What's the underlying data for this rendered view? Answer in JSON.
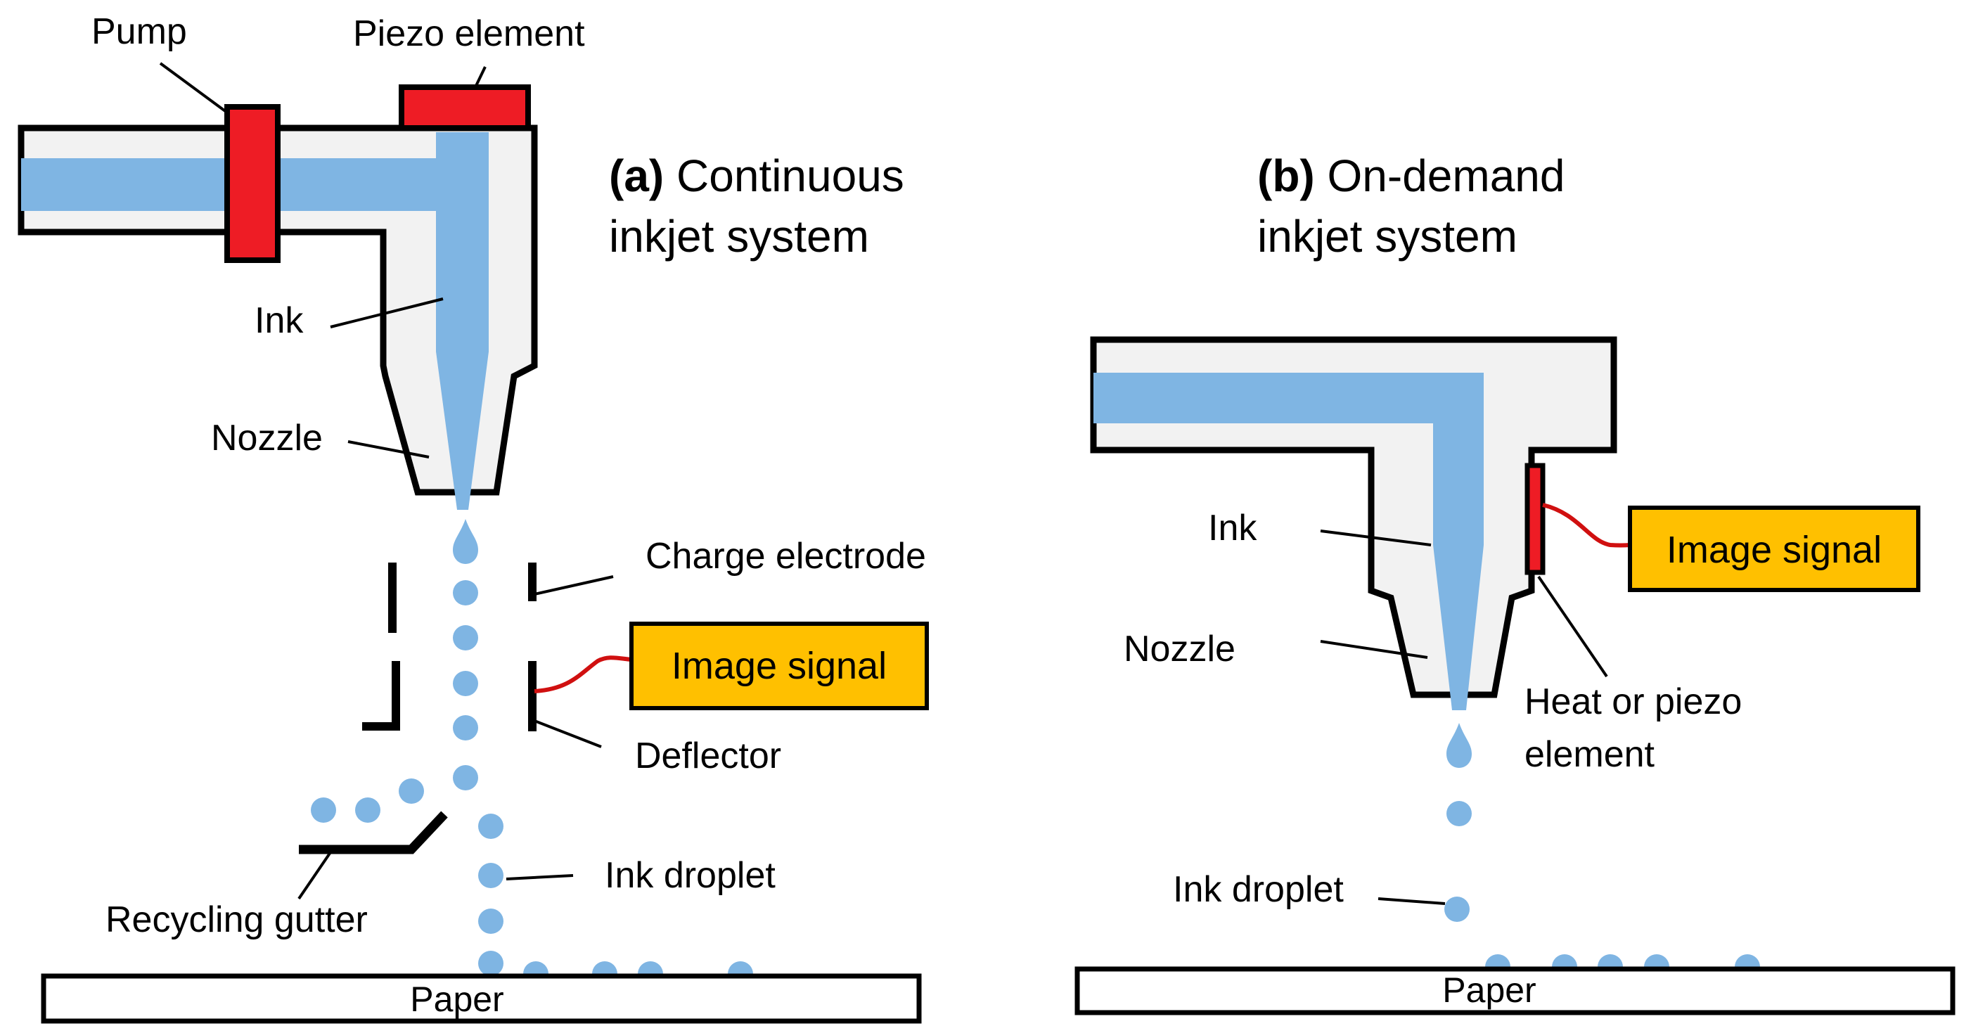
{
  "panel_a": {
    "title_letter": "(a)",
    "title_line1": "Continuous",
    "title_line2": "inkjet system",
    "labels": {
      "pump": "Pump",
      "piezo": "Piezo element",
      "ink": "Ink",
      "nozzle": "Nozzle",
      "charge_electrode": "Charge electrode",
      "image_signal": "Image signal",
      "deflector": "Deflector",
      "ink_droplet": "Ink droplet",
      "recycling_gutter": "Recycling gutter",
      "paper": "Paper"
    }
  },
  "panel_b": {
    "title_letter": "(b)",
    "title_line1": "On-demand",
    "title_line2": "inkjet system",
    "labels": {
      "ink": "Ink",
      "nozzle": "Nozzle",
      "image_signal": "Image signal",
      "heat_piezo_line1": "Heat or piezo",
      "heat_piezo_line2": "element",
      "ink_droplet": "Ink droplet",
      "paper": "Paper"
    }
  },
  "colors": {
    "ink": "#7fb5e3",
    "actuator": "#ee1c25",
    "signal_box": "#ffc000",
    "body": "#f2f2f2",
    "wire": "#d01010",
    "outline": "#000000"
  }
}
